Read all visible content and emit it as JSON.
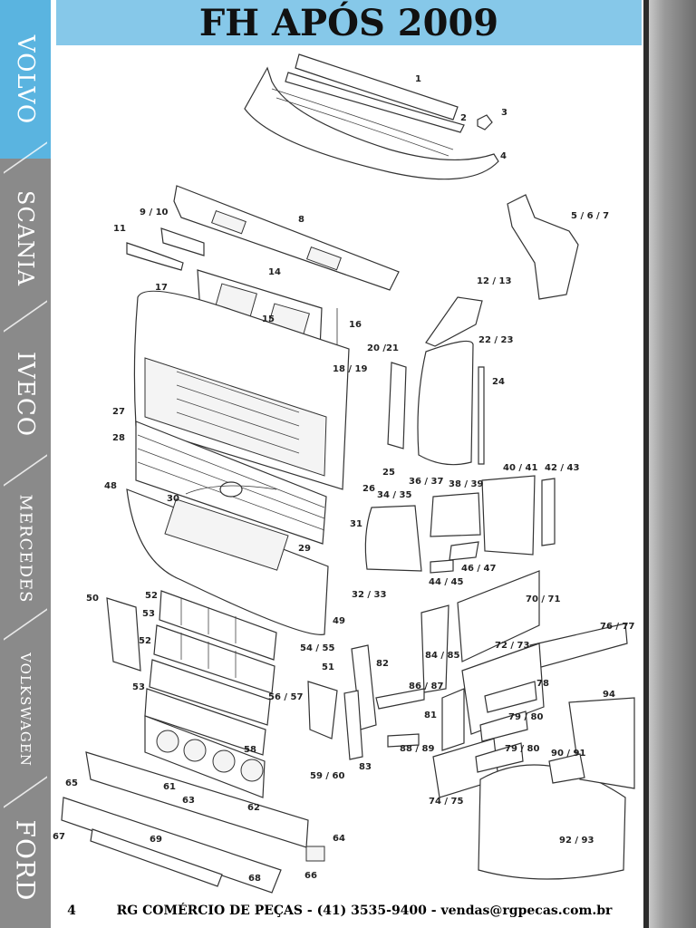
{
  "header": {
    "title": "FH APÓS 2009"
  },
  "sidebar": {
    "brands": [
      "VOLVO",
      "SCANIA",
      "IVECO",
      "MERCEDES",
      "VOLKSWAGEN",
      "FORD"
    ],
    "active": "VOLVO"
  },
  "footer": {
    "page_number": "4",
    "contact": "RG COMÉRCIO DE PEÇAS - (41) 3535-9400 - vendas@rgpecas.com.br"
  },
  "parts": {
    "p1": "1",
    "p2": "2",
    "p3": "3",
    "p4": "4",
    "p5": "5 / 6 / 7",
    "p8": "8",
    "p9": "9 / 10",
    "p11": "11",
    "p12": "12 / 13",
    "p14": "14",
    "p15": "15",
    "p16": "16",
    "p17": "17",
    "p18": "18 / 19",
    "p20": "20 /21",
    "p22": "22 / 23",
    "p24": "24",
    "p25": "25",
    "p26": "26",
    "p27": "27",
    "p28": "28",
    "p29": "29",
    "p30": "30",
    "p31": "31",
    "p32": "32 / 33",
    "p34": "34 / 35",
    "p36": "36 / 37",
    "p38": "38 / 39",
    "p40": "40 / 41",
    "p42": "42 / 43",
    "p44": "44 / 45",
    "p46": "46 / 47",
    "p48": "48",
    "p49": "49",
    "p50": "50",
    "p52a": "52",
    "p53a": "53",
    "p52b": "52",
    "p53b": "53",
    "p54": "54 / 55",
    "p51": "51",
    "p56": "56 / 57",
    "p58": "58",
    "p59": "59 / 60",
    "p61": "61",
    "p62": "62",
    "p63": "63",
    "p64": "64",
    "p65": "65",
    "p66": "66",
    "p67": "67",
    "p68": "68",
    "p69": "69",
    "p70": "70 / 71",
    "p72": "72 / 73",
    "p74": "74 / 75",
    "p76": "76 / 77",
    "p78": "78",
    "p79a": "79 / 80",
    "p79b": "79 / 80",
    "p81": "81",
    "p82": "82",
    "p83": "83",
    "p84": "84 / 85",
    "p86": "86 / 87",
    "p88": "88 / 89",
    "p90": "90 / 91",
    "p92": "92 / 93",
    "p94": "94"
  }
}
